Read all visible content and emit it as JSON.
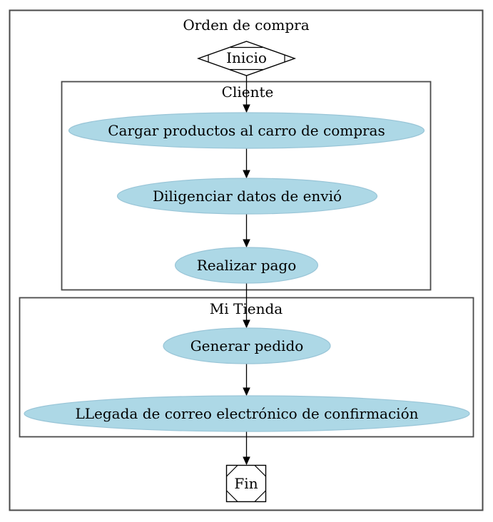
{
  "diagram": {
    "title": "Orden de compra",
    "start_node": {
      "label": "Inicio",
      "shape": "Mdiamond"
    },
    "end_node": {
      "label": "Fin",
      "shape": "Msquare"
    },
    "clusters": [
      {
        "label": "Cliente",
        "nodes": [
          "Cargar productos al carro de compras",
          "Diligenciar datos de envió",
          "Realizar pago"
        ]
      },
      {
        "label": "Mi Tienda",
        "nodes": [
          "Generar pedido",
          "LLegada de correo electrónico de confirmación"
        ]
      }
    ],
    "edges": [
      [
        "Inicio",
        "Cargar productos al carro de compras"
      ],
      [
        "Cargar productos al carro de compras",
        "Diligenciar datos de envió"
      ],
      [
        "Diligenciar datos de envió",
        "Realizar pago"
      ],
      [
        "Realizar pago",
        "Generar pedido"
      ],
      [
        "Generar pedido",
        "LLegada de correo electrónico de confirmación"
      ],
      [
        "LLegada de correo electrónico de confirmación",
        "Fin"
      ]
    ],
    "colors": {
      "node_fill": "#add8e6",
      "node_stroke": "#99c5d7",
      "frame_stroke": "#4a4a4a",
      "edge_color": "#000000",
      "text_color": "#000000",
      "background": "#ffffff"
    }
  }
}
